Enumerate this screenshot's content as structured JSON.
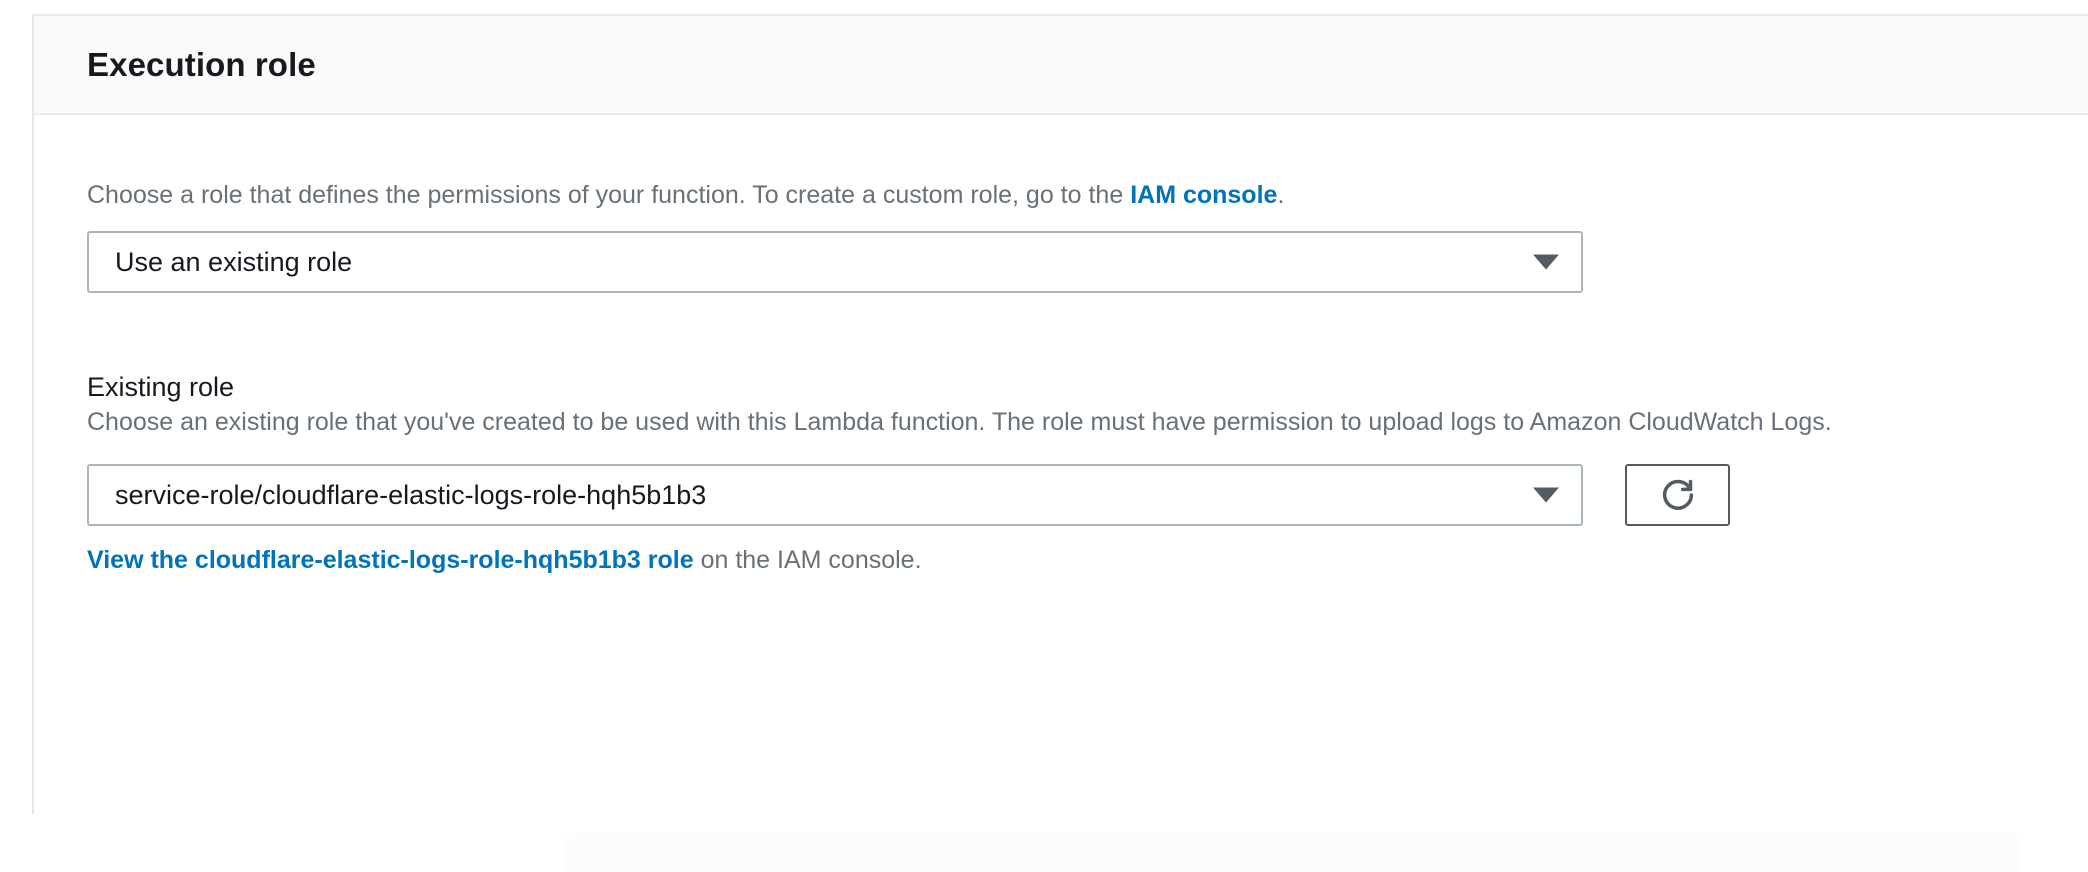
{
  "panel": {
    "title": "Execution role",
    "role_mode": {
      "description_before_link": "Choose a role that defines the permissions of your function. To create a custom role, go to the ",
      "link_label": "IAM console",
      "description_after_link": ".",
      "selected_value": "Use an existing role",
      "dropdown_icon": "chevron-down-icon"
    },
    "existing_role": {
      "label": "Existing role",
      "description": "Choose an existing role that you've created to be used with this Lambda function. The role must have permission to upload logs to Amazon CloudWatch Logs.",
      "selected_value": "service-role/cloudflare-elastic-logs-role-hqh5b1b3",
      "dropdown_icon": "chevron-down-icon",
      "refresh_button_icon": "refresh-icon",
      "footnote_link_label": "View the cloudflare-elastic-logs-role-hqh5b1b3 role",
      "footnote_suffix": " on the IAM console."
    }
  },
  "colors": {
    "link": "#0073bb",
    "text_primary": "#16191f",
    "text_secondary": "#687078",
    "border": "#aab7b8",
    "header_background": "#fafafa"
  }
}
